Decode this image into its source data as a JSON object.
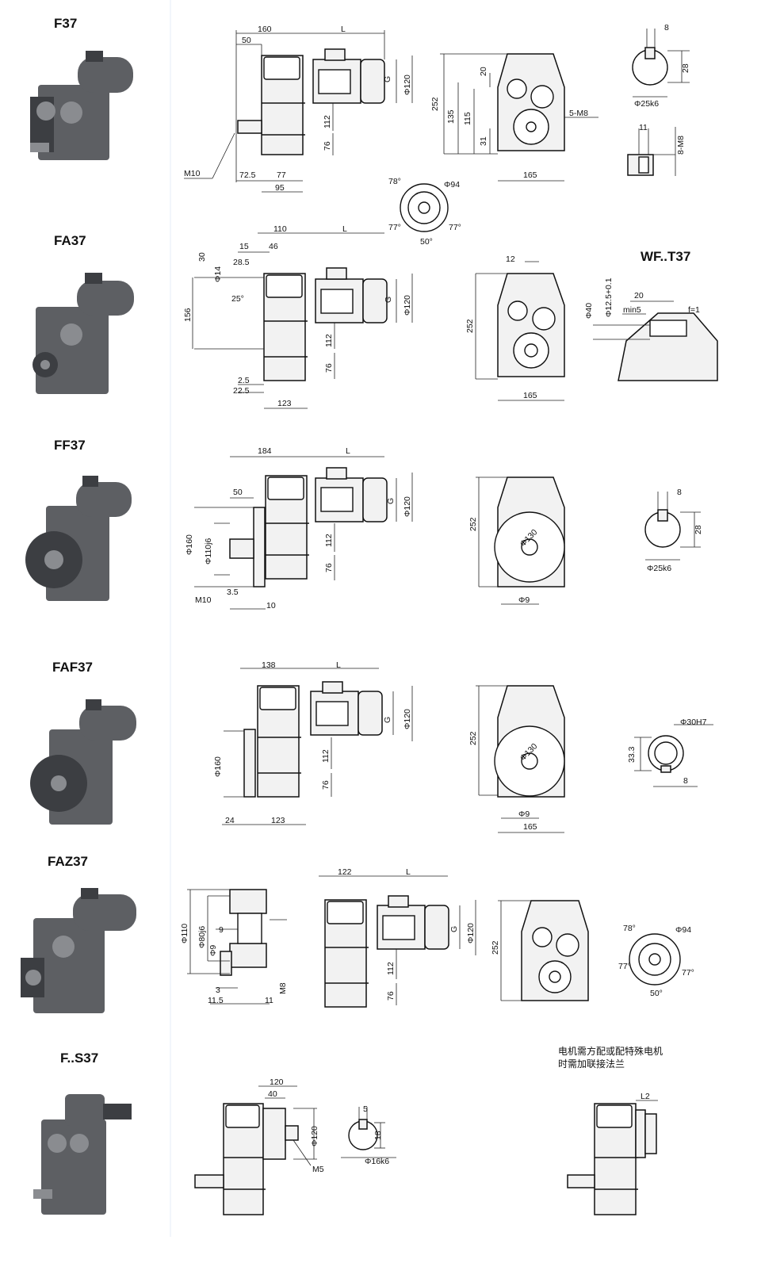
{
  "sections": [
    {
      "model": "F37",
      "side_dims": [
        "160",
        "L",
        "50",
        "G",
        "Φ120",
        "112",
        "76",
        "M10",
        "72.5",
        "77",
        "95"
      ],
      "front_dims": [
        "252",
        "20",
        "135",
        "115",
        "31",
        "5-M8",
        "165"
      ],
      "flange_dims": [
        "78°",
        "Φ94",
        "77°",
        "77°",
        "50°"
      ],
      "shaft_dims": [
        "8",
        "28",
        "Φ25k6",
        "11",
        "8-M8"
      ]
    },
    {
      "model": "FA37",
      "side_dims": [
        "110",
        "L",
        "15",
        "46",
        "30",
        "Φ14",
        "28.5",
        "25°",
        "156",
        "G",
        "Φ120",
        "112",
        "76",
        "2.5",
        "22.5",
        "123"
      ],
      "front_dims": [
        "12",
        "252",
        "165"
      ],
      "extra_title": "WF..T37",
      "extra_dims": [
        "20",
        "Φ40",
        "Φ12.5+0.1",
        "min5",
        "f=1"
      ]
    },
    {
      "model": "FF37",
      "side_dims": [
        "184",
        "L",
        "50",
        "Φ160",
        "Φ110j6",
        "G",
        "Φ120",
        "112",
        "76",
        "M10",
        "3.5",
        "10"
      ],
      "front_dims": [
        "252",
        "Φ130",
        "Φ9"
      ],
      "shaft_dims": [
        "8",
        "28",
        "Φ25k6"
      ]
    },
    {
      "model": "FAF37",
      "side_dims": [
        "138",
        "L",
        "G",
        "Φ120",
        "Φ160",
        "112",
        "76",
        "24",
        "123"
      ],
      "front_dims": [
        "252",
        "Φ130",
        "Φ9",
        "165"
      ],
      "shaft_dims": [
        "Φ30H7",
        "33.3",
        "8"
      ]
    },
    {
      "model": "FAZ37",
      "detail_dims": [
        "Φ110",
        "Φ80j6",
        "9",
        "Φ9",
        "M8",
        "3",
        "11.5",
        "11"
      ],
      "side_dims": [
        "122",
        "L",
        "G",
        "Φ120",
        "112",
        "76"
      ],
      "front_dims": [
        "252"
      ],
      "flange_dims": [
        "78°",
        "Φ94",
        "77°",
        "77°",
        "50°"
      ]
    },
    {
      "model": "F..S37",
      "side_dims": [
        "120",
        "40",
        "Φ120",
        "M5"
      ],
      "shaft_dims": [
        "5",
        "18",
        "Φ16k6"
      ],
      "note": [
        "电机需方配或配特殊电机",
        "时需加联接法兰"
      ],
      "extra_dims": [
        "L2"
      ]
    }
  ]
}
